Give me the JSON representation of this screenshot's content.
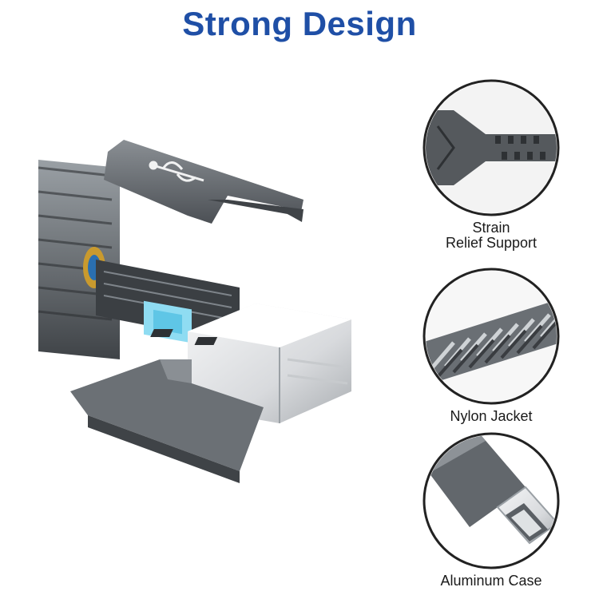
{
  "header": {
    "title": "Strong Design"
  },
  "colors": {
    "title": "#1f4fa6",
    "metal": "#5f6469",
    "metal_dark": "#3a3d41",
    "chip": "#7fd6f0"
  },
  "features": [
    {
      "icon": "strain-relief-icon",
      "lines": [
        "Strain",
        "Relief Support"
      ]
    },
    {
      "icon": "nylon-braid-icon",
      "lines": [
        "Nylon Jacket"
      ]
    },
    {
      "icon": "usb-c-connector-icon",
      "lines": [
        "Aluminum Case"
      ]
    }
  ],
  "hero": {
    "icon": "usb-cable-exploded-view"
  }
}
